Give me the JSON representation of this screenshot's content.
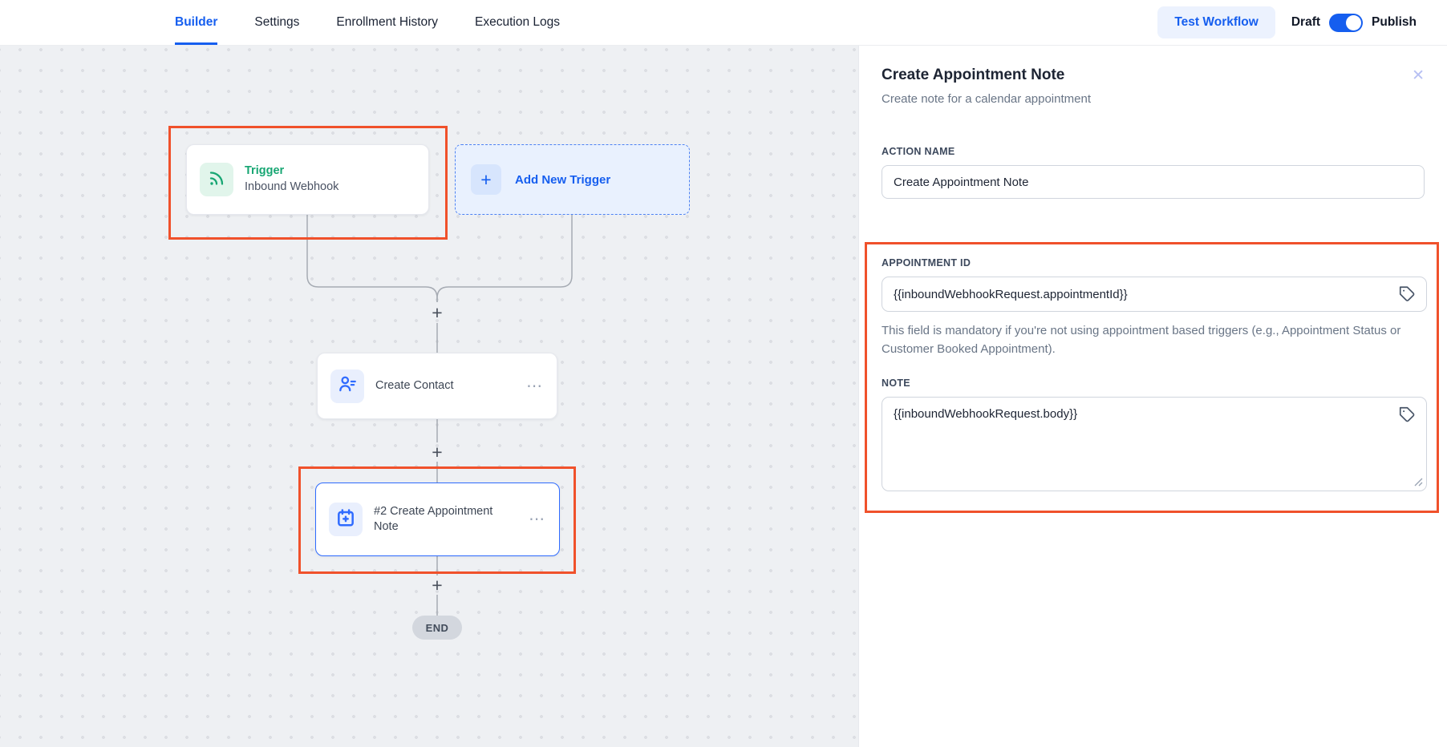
{
  "header": {
    "tabs": [
      {
        "label": "Builder",
        "active": true
      },
      {
        "label": "Settings",
        "active": false
      },
      {
        "label": "Enrollment History",
        "active": false
      },
      {
        "label": "Execution Logs",
        "active": false
      }
    ],
    "test_workflow_label": "Test Workflow",
    "draft_label": "Draft",
    "publish_label": "Publish",
    "publish_toggle_on": true
  },
  "canvas": {
    "plus_label": "+",
    "trigger": {
      "title": "Trigger",
      "subtitle": "Inbound Webhook"
    },
    "add_new_trigger_label": "Add New Trigger",
    "create_contact_label": "Create Contact",
    "appointment_note_label": "#2 Create Appointment Note",
    "end_label": "END"
  },
  "panel": {
    "title": "Create Appointment Note",
    "subtitle": "Create note for a calendar appointment",
    "close_glyph": "✕",
    "action_name": {
      "label": "ACTION NAME",
      "value": "Create Appointment Note"
    },
    "appointment_id": {
      "label": "APPOINTMENT ID",
      "value": "{{inboundWebhookRequest.appointmentId}}",
      "helper": "This field is mandatory if you're not using appointment based triggers (e.g., Appointment Status or Customer Booked Appointment)."
    },
    "note": {
      "label": "NOTE",
      "value": "{{inboundWebhookRequest.body}}"
    }
  },
  "icons": {
    "more_options": "⋯"
  },
  "colors": {
    "accent_blue": "#155EEF",
    "trigger_green": "#17A673",
    "annotation_red": "#F0512B",
    "canvas_bg": "#EEF0F3"
  }
}
